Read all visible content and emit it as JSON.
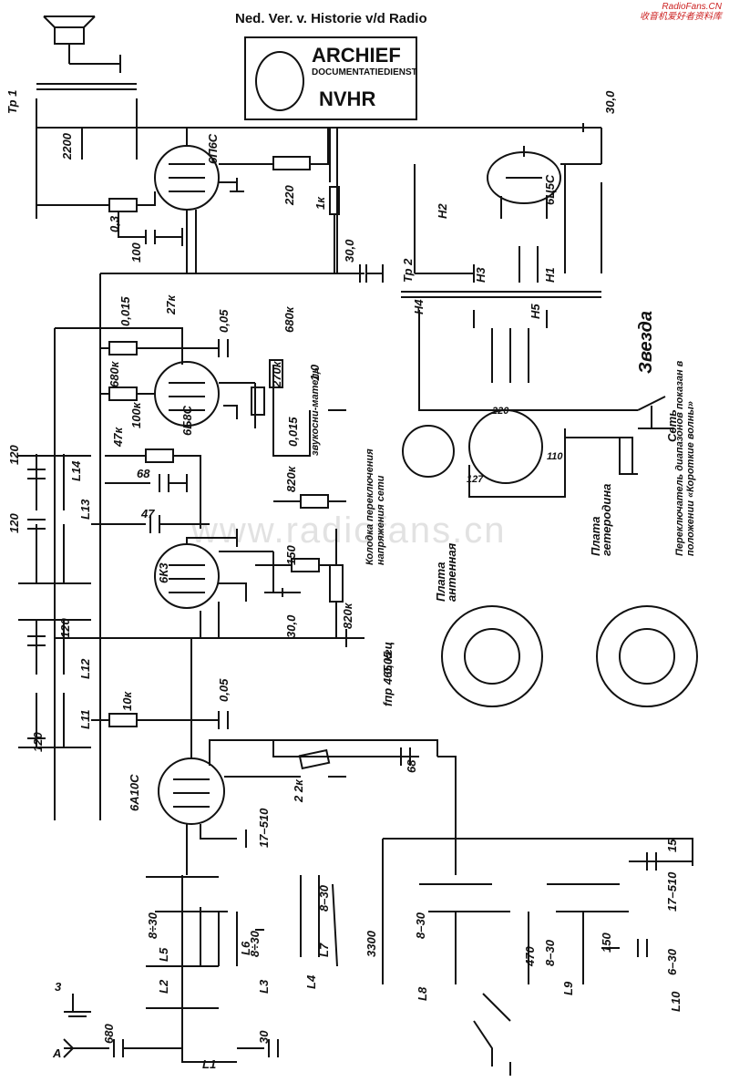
{
  "header": {
    "title": "Ned. Ver. v. Historie v/d Radio",
    "site_line1": "RadioFans.CN",
    "site_line2": "收音机爱好者资料库",
    "watermark": "www.radiofans.cn"
  },
  "stamp": {
    "line1": "ARCHIEF",
    "line2": "DOCUMENTATIEDIENST",
    "line3": "NVHR"
  },
  "brand": "Звезда",
  "tubes": {
    "output": "6П6С",
    "rectifier": "6Ц5С",
    "detector": "6Б8С",
    "if_amp": "6К3",
    "converter": "6А10С"
  },
  "components": {
    "c_2200": "2200",
    "r_0_3": "0,3",
    "c_100": "100",
    "r_220": "220",
    "r_1k": "1к",
    "c_30_top": "30,0",
    "c_30_mid": "30,0",
    "c_30_if": "30,0",
    "c_0015": "0,015",
    "r_27k": "27к",
    "c_005_a": "0,05",
    "r_680k_a": "680к",
    "r_680k_b": "680к",
    "r_100k": "100к",
    "r_270k": "270к",
    "r_1_0": "1,0",
    "c_0015_b": "0,015",
    "r_47k": "47к",
    "c_68": "68",
    "r_820k_a": "820к",
    "c_47": "47",
    "r_150": "150",
    "r_820k_b": "820к",
    "c_120_a": "120",
    "c_120_b": "120",
    "c_120_c": "120",
    "c_120_d": "120",
    "c_005_b": "0,05",
    "c_005_c": "0,05",
    "r_10k": "10к",
    "c_68_b": "68",
    "r_2k": "2 2к",
    "c_17_510": "17–510",
    "c_8_30_a": "8–30",
    "c_8_30_b": "8÷30",
    "c_8_30_c": "8÷30",
    "c_3300": "3300",
    "c_8_30_d": "8–30",
    "c_470": "470",
    "c_8_30_e": "8–30",
    "c_150": "150",
    "c_6_30": "6–30",
    "c_15": "15",
    "c_17_510_b": "17–510",
    "c_680": "680",
    "c_30": "30"
  },
  "coils": {
    "l1": "L1",
    "l2": "L2",
    "l3": "L3",
    "l4": "L4",
    "l5": "L5",
    "l6": "L6",
    "l7": "L7",
    "l8": "L8",
    "l9": "L9",
    "l10": "L10",
    "l11": "L11",
    "l12": "L12",
    "l13": "L13",
    "l14": "L14",
    "tp1": "Тр 1",
    "tp2": "Тр 2",
    "h1": "H1",
    "h2": "H2",
    "h3": "H3",
    "h4": "H4",
    "h5": "H5"
  },
  "labels": {
    "pickup": "звукосни-матель",
    "if_freq": "fпр 465 кгц",
    "mains": "Сеть",
    "mains_selector": "Колодка переключения напряжения сети",
    "board_antenna": "Плата антенная",
    "board_heterodyne": "Плата гетеродина",
    "switch_note": "Переключатель диапазонов показан в положении «Короткие волны»",
    "v110": "110",
    "v127": "127",
    "v220": "220",
    "antenna": "А",
    "ground": "3"
  }
}
